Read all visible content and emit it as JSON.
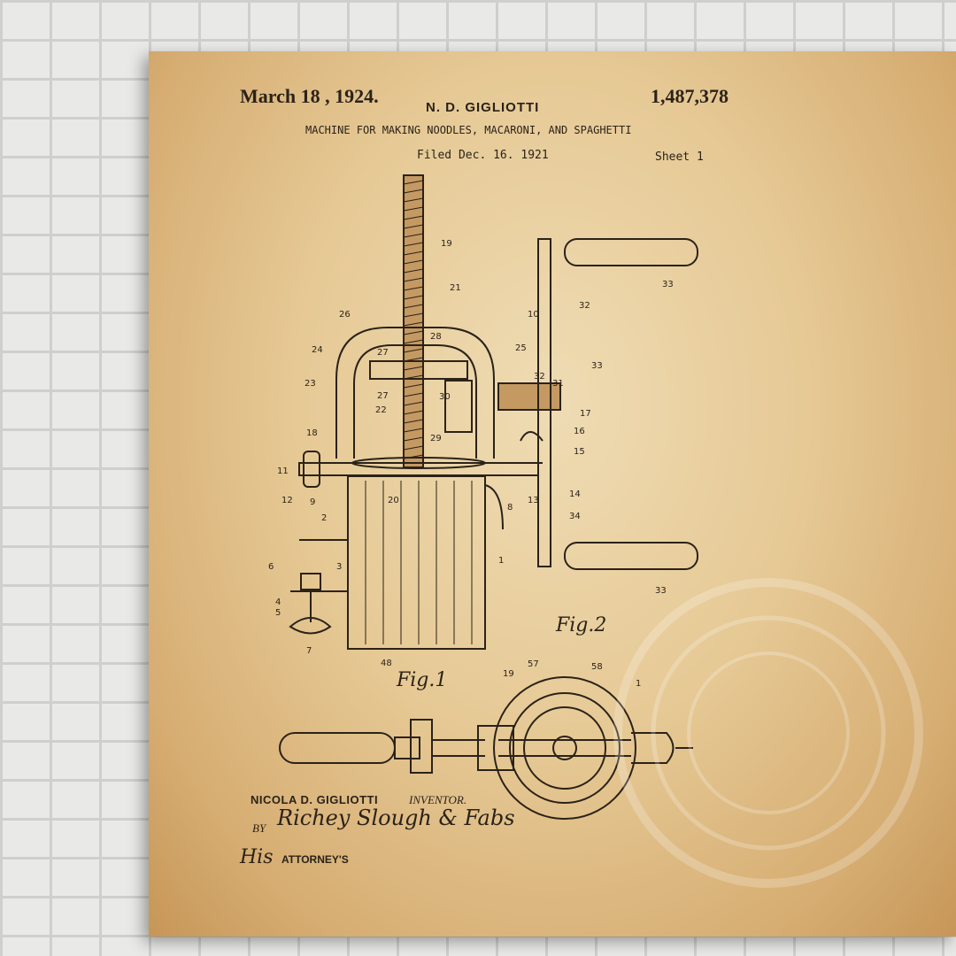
{
  "header": {
    "date": "March 18 , 1924.",
    "inventor_short": "N. D. GIGLIOTTI",
    "patent_number": "1,487,378",
    "title": "MACHINE FOR MAKING NOODLES, MACARONI, AND SPAGHETTI",
    "filed": "Filed Dec. 16. 1921",
    "sheet": "Sheet 1"
  },
  "figures": {
    "fig1": "Fig.1",
    "fig2": "Fig.2"
  },
  "footer": {
    "inventor_name": "NICOLA D. GIGLIOTTI",
    "inventor_label": "INVENTOR.",
    "by": "BY",
    "signature": "Richey Slough & Fabs",
    "his": "His",
    "attorneys": "ATTORNEY'S"
  },
  "reference_numerals": [
    "19",
    "21",
    "26",
    "10",
    "27",
    "28",
    "25",
    "24",
    "33",
    "32",
    "23",
    "27",
    "30",
    "31",
    "22",
    "29",
    "17",
    "16",
    "18",
    "15",
    "11",
    "13",
    "14",
    "12",
    "9",
    "20",
    "8",
    "34",
    "2",
    "1",
    "6",
    "3",
    "4",
    "5",
    "7",
    "48",
    "19",
    "57",
    "58",
    "1",
    "33"
  ],
  "colors": {
    "paper": "#e6c995",
    "ink": "#2b2218",
    "wall": "#e9e9e7"
  }
}
